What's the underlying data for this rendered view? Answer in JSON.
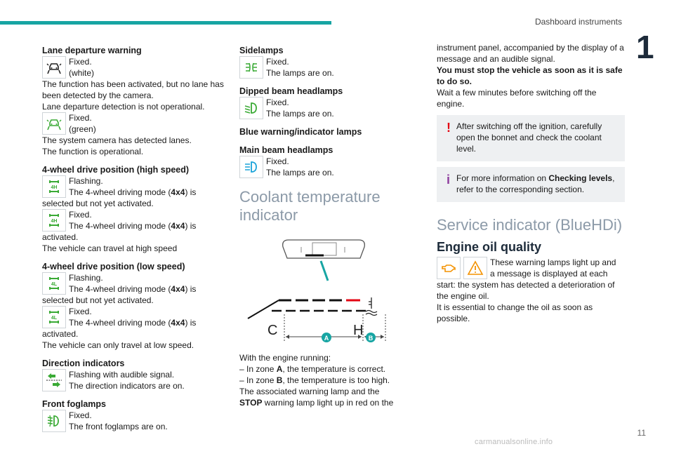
{
  "header": {
    "chapter_title": "Dashboard instruments",
    "chapter_number": "1"
  },
  "footer": {
    "page_number": "11",
    "watermark": "carmanualsonline.info"
  },
  "col1": {
    "lane_departure": {
      "heading": "Lane departure warning",
      "e1_line1": "Fixed.",
      "e1_line2": "(white)",
      "p1": "The function has been activated, but no lane has been detected by the camera.",
      "p2": "Lane departure detection is not operational.",
      "e2_line1": "Fixed.",
      "e2_line2": "(green)",
      "p3": "The system camera has detected lanes.",
      "p4": "The function is operational."
    },
    "high_speed": {
      "heading": "4-wheel drive position (high speed)",
      "e1_line1": "Flashing.",
      "e1_line2_a": "The 4-wheel driving mode (",
      "e1_line2_b": "4x4",
      "e1_line2_c": ") is",
      "e1_p": "selected but not yet activated.",
      "e2_line1": "Fixed.",
      "e2_line2_a": "The 4-wheel driving mode (",
      "e2_line2_b": "4x4",
      "e2_line2_c": ") is",
      "e2_p": "activated.",
      "p": "The vehicle can travel at high speed"
    },
    "low_speed": {
      "heading": "4-wheel drive position (low speed)",
      "e1_line1": "Flashing.",
      "e1_line2_a": "The 4-wheel driving mode (",
      "e1_line2_b": "4x4",
      "e1_line2_c": ") is",
      "e1_p": "selected but not yet activated.",
      "e2_line1": "Fixed.",
      "e2_line2_a": "The 4-wheel driving mode (",
      "e2_line2_b": "4x4",
      "e2_line2_c": ") is",
      "e2_p": "activated.",
      "p": "The vehicle can only travel at low speed."
    },
    "direction": {
      "heading": "Direction indicators",
      "line1": "Flashing with audible signal.",
      "line2": "The direction indicators are on."
    },
    "foglamps": {
      "heading": "Front foglamps",
      "line1": "Fixed.",
      "line2": "The front foglamps are on."
    }
  },
  "col2": {
    "sidelamps": {
      "heading": "Sidelamps",
      "line1": "Fixed.",
      "line2": "The lamps are on."
    },
    "dipped": {
      "heading": "Dipped beam headlamps",
      "line1": "Fixed.",
      "line2": "The lamps are on."
    },
    "blue_heading": "Blue warning/indicator lamps",
    "main_beam": {
      "heading": "Main beam headlamps",
      "line1": "Fixed.",
      "line2": "The lamps are on."
    },
    "coolant_title": "Coolant temperature indicator",
    "diagram": {
      "label_c": "C",
      "label_h": "H",
      "label_a": "A",
      "label_b": "B"
    },
    "running": "With the engine running:",
    "zone_a_pre": "–  In zone ",
    "zone_a_key": "A",
    "zone_a_post": ", the temperature is correct.",
    "zone_b_pre": "–  In zone ",
    "zone_b_key": "B",
    "zone_b_post": ", the temperature is too high.",
    "assoc_1": "The associated warning lamp and the",
    "assoc_2_key": "STOP",
    "assoc_2_post": " warning lamp light up in red on the"
  },
  "col3": {
    "cont": "instrument panel, accompanied by the display of a message and an audible signal.",
    "must_stop": "You must stop the vehicle as soon as it is safe to do so.",
    "wait": "Wait a few minutes before switching off the engine.",
    "warn_note": "After switching off the ignition, carefully open the bonnet and check the coolant level.",
    "info_pre": "For more information on ",
    "info_key": "Checking levels",
    "info_post": ", refer to the corresponding section.",
    "service_title": "Service indicator (BlueHDi)",
    "oil_title": "Engine oil quality",
    "oil_line1": "These warning lamps light up and",
    "oil_line2": "a message is displayed at each",
    "oil_p": "start: the system has detected a deterioration of the engine oil.",
    "oil_p2": "It is essential to change the oil as soon as possible."
  },
  "colors": {
    "accent": "#17a5a3",
    "green_icon": "#3aaa35",
    "cyan_icon": "#1aa3d9",
    "warn_red": "#e30613",
    "info_purple": "#8e3d9e",
    "orange": "#f39200",
    "gauge_red": "#e30613"
  }
}
